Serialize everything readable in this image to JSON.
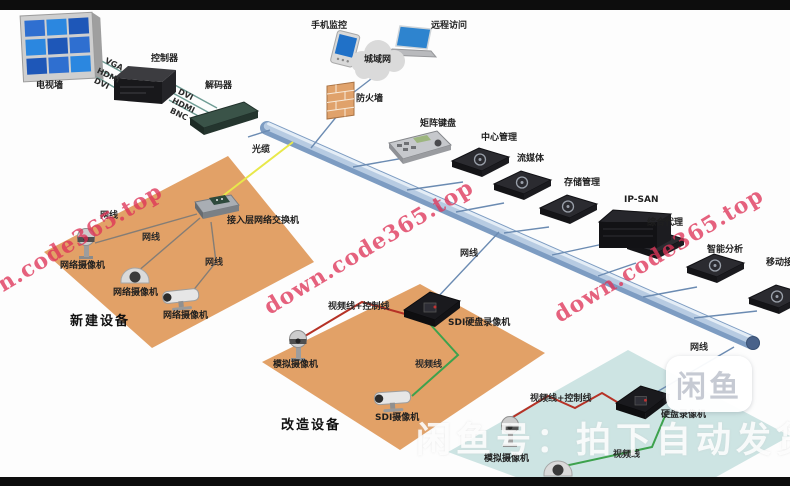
{
  "devices": {
    "tv_wall": "电视墙",
    "controller": "控制器",
    "decoder": "解码器",
    "phone_monitor": "手机监控",
    "remote_access": "远程访问",
    "metro_network": "城域网",
    "firewall": "防火墙",
    "matrix_keyboard": "矩阵键盘",
    "central_mgmt": "中心管理",
    "streaming_media": "流媒体",
    "storage_mgmt": "存储管理",
    "ip_san": "IP-SAN",
    "integrated_proxy": "综合代理",
    "intelligent_analysis": "智能分析",
    "mobile_access": "移动接入",
    "access_switch": "接入层网络交换机",
    "network_camera": "网络摄像机",
    "analog_camera": "模拟摄像机",
    "sdi_camera": "SDI摄像机",
    "sdi_dvr": "SDI硬盘录像机",
    "dvr": "硬盘录像机"
  },
  "cables": {
    "vga": "VGA",
    "hdmi": "HDMI",
    "dvi": "DVI",
    "bnc": "BNC",
    "fiber": "光缆",
    "ethernet": "网线",
    "video": "视频线",
    "video_control": "视频线+控制线"
  },
  "zones": {
    "new_equipment": "新建设备",
    "retrofit_equipment": "改造设备"
  },
  "watermark": {
    "text": "down.code365.top"
  },
  "overlay": {
    "seller_banner": "闲鱼号：拍下自动发货",
    "logo_text": "闲鱼"
  },
  "colors": {
    "zone_orange": "#e2a167",
    "zone_cyan": "#cde4e3",
    "backbone_blue": "#7d9cc2",
    "watermark_pink": "#de3458",
    "line_red": "#b63226",
    "line_green": "#3da24d",
    "line_yellow": "#e8e84a"
  }
}
